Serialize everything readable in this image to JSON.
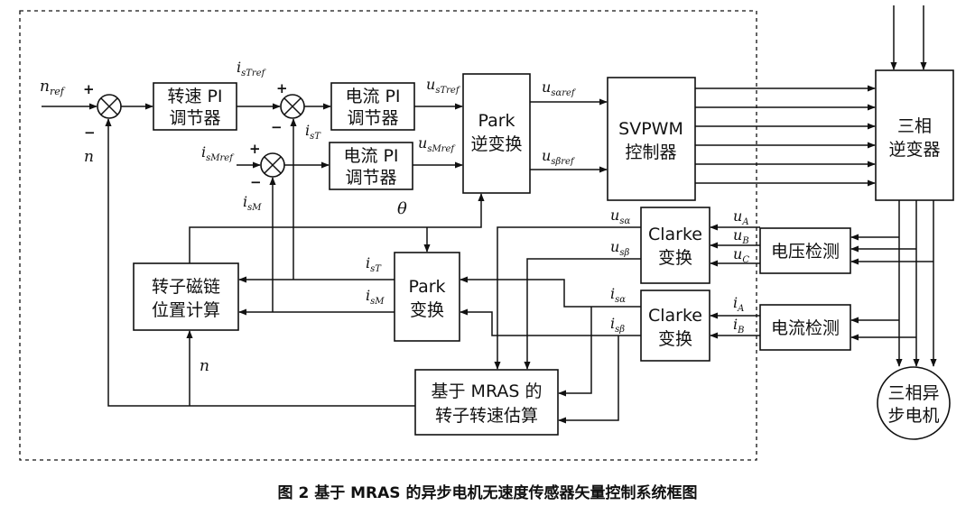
{
  "blocks": {
    "speed_pi": [
      "转速 PI",
      "调节器"
    ],
    "current_pi_t": [
      "电流 PI",
      "调节器"
    ],
    "current_pi_m": [
      "电流 PI",
      "调节器"
    ],
    "inv_park": [
      "Park",
      "逆变换"
    ],
    "svpwm": [
      "SVPWM",
      "控制器"
    ],
    "inverter": [
      "三相",
      "逆变器"
    ],
    "voltage_detect": [
      "电压检测"
    ],
    "current_detect": [
      "电流检测"
    ],
    "clarke_u": [
      "Clarke",
      "变换"
    ],
    "clarke_i": [
      "Clarke",
      "变换"
    ],
    "park": [
      "Park",
      "变换"
    ],
    "flux_position": [
      "转子磁链",
      "位置计算"
    ],
    "mras": [
      "基于 MRAS 的",
      "转子转速估算"
    ],
    "motor": [
      "三相异",
      "步电机"
    ]
  },
  "signals": {
    "n_ref": [
      "n",
      "ref"
    ],
    "n_fb": [
      "n",
      ""
    ],
    "n_est": [
      "n",
      ""
    ],
    "i_sTref": [
      "i",
      "sTref"
    ],
    "i_sT_fb": [
      "i",
      "sT"
    ],
    "i_sMref": [
      "i",
      "sMref"
    ],
    "i_sM_fb": [
      "i",
      "sM"
    ],
    "u_sTref": [
      "u",
      "sTref"
    ],
    "u_sMref": [
      "u",
      "sMref"
    ],
    "u_saref": [
      "u",
      "sαref"
    ],
    "u_sbref": [
      "u",
      "sβref"
    ],
    "theta": [
      "θ",
      ""
    ],
    "u_sa": [
      "u",
      "sα"
    ],
    "u_sb": [
      "u",
      "sβ"
    ],
    "u_A": [
      "u",
      "A"
    ],
    "u_B": [
      "u",
      "B"
    ],
    "u_C": [
      "u",
      "C"
    ],
    "i_sT_out": [
      "i",
      "sT"
    ],
    "i_sM_out": [
      "i",
      "sM"
    ],
    "i_sa": [
      "i",
      "sα"
    ],
    "i_sb": [
      "i",
      "sβ"
    ],
    "i_A": [
      "i",
      "A"
    ],
    "i_B": [
      "i",
      "B"
    ]
  },
  "sum_signs": {
    "plus": "+",
    "minus": "−"
  },
  "caption": "图 2  基于 MRAS 的异步电机无速度传感器矢量控制系统框图"
}
